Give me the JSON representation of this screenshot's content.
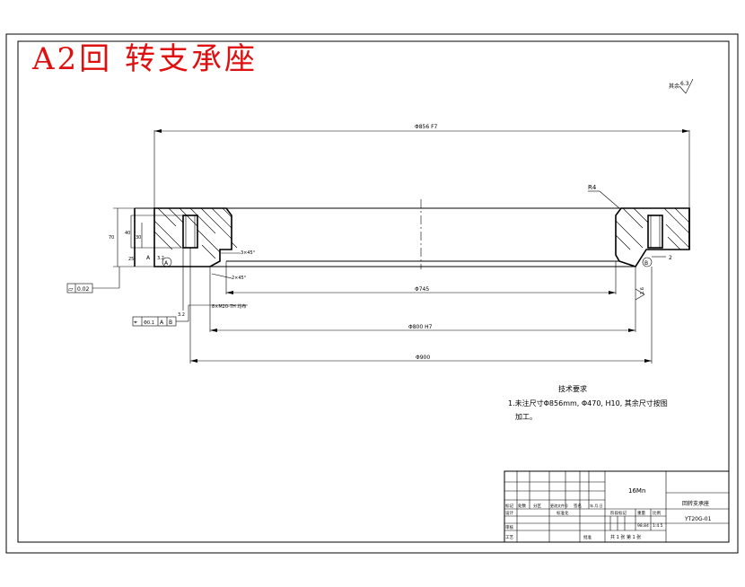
{
  "header": {
    "stamp_title": "A2回 转支承座"
  },
  "roughness": {
    "label": "其余",
    "value": "6.3"
  },
  "dimensions": {
    "top_span": "Φ856 F7",
    "chamfer_label": "R4",
    "chamfer_1": "3×45°",
    "chamfer_2": "2×45°",
    "inner_span": "Φ745",
    "bore_span": "Φ800 H7",
    "outer_span": "Φ900",
    "height_total": "70",
    "height_a": "40",
    "height_b": "30",
    "height_c": "25",
    "right_r": "2",
    "thread_note": "8×M20-7H 均布"
  },
  "gdt": {
    "flatness": {
      "symbol": "▱",
      "value": "0.02"
    },
    "position": {
      "symbol": "⌖",
      "value": "Φ0.1",
      "datum_1": "A",
      "datum_2": "B"
    },
    "datum_a": "A",
    "datum_b": "B",
    "datum_left": "A",
    "roughness_a": "3.2",
    "roughness_b": "1.6",
    "roughness_c": "3.2"
  },
  "tech_requirements": {
    "title": "技术要求",
    "line1": "1.未注尺寸Φ856mm, Φ470, H10, 其余尺寸按图",
    "line2": "加工。"
  },
  "title_block": {
    "material": "16Mn",
    "part_name": "回转支承座",
    "drawing_no": "YT20G-01",
    "headers": [
      "标记",
      "处数",
      "分区",
      "更改文件号",
      "签名",
      "年.月.日"
    ],
    "design_label": "设计",
    "standard_label": "标准化",
    "stage_label": "阶段标记",
    "weight_label": "重量",
    "scale_label": "比例",
    "scale": "1:4.5",
    "weight": "98.84",
    "review_label": "审核",
    "process_label": "工艺",
    "approve_label": "批准",
    "sheet_info": "共 1 张  第 1 张"
  }
}
